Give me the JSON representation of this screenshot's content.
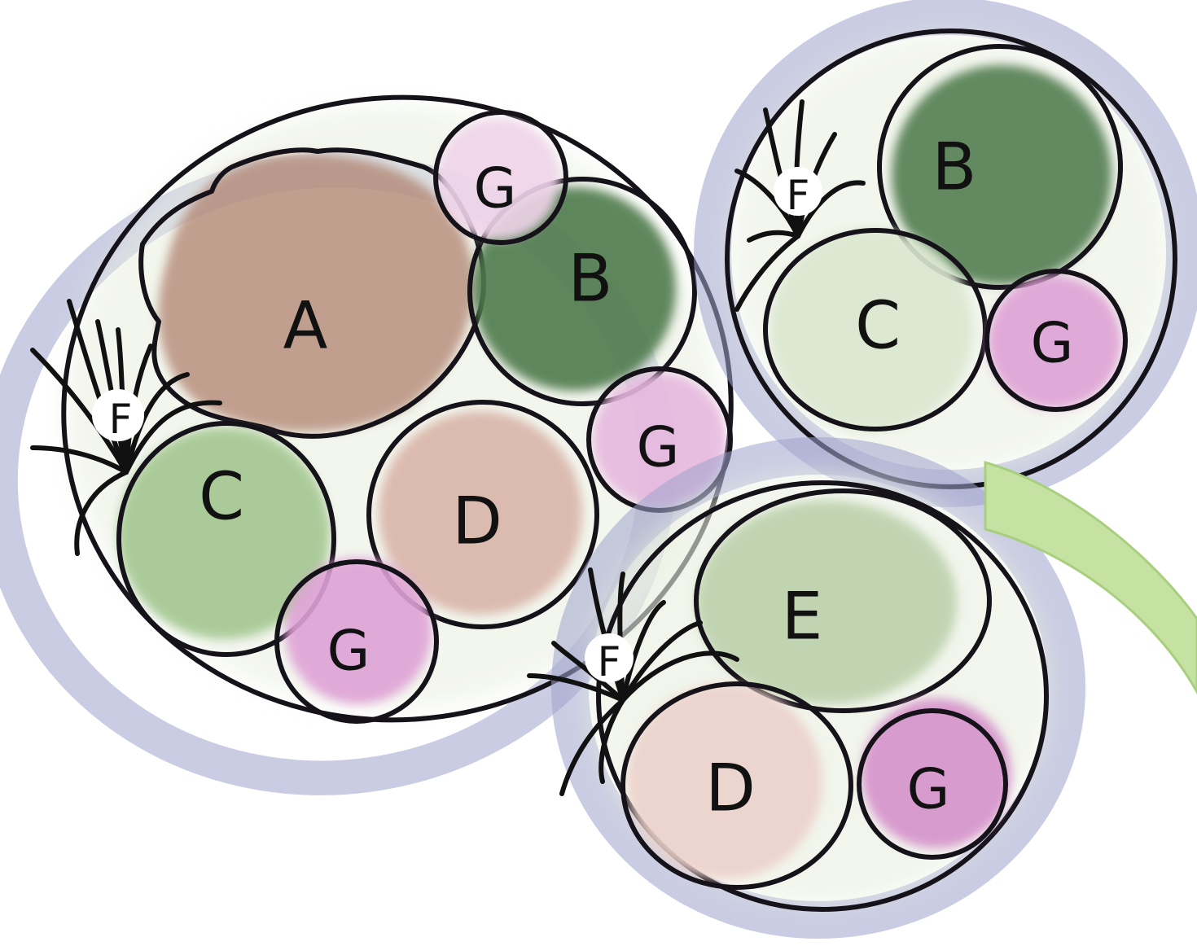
{
  "colors": {
    "A": "#b08270",
    "B": "#4f7a4d",
    "C": "#a7c995",
    "C_light": "#dbe7d0",
    "D": "#d8b1a6",
    "E": "#b9cfa8",
    "G": "#dfa2d6",
    "halo": "#9fa3cc",
    "arrow": "#c6e2a3",
    "fill_bg": "#e9efe0"
  },
  "groups": [
    {
      "id": "group-left",
      "plants": [
        {
          "label": "A",
          "color_key": "A"
        },
        {
          "label": "B",
          "color_key": "B"
        },
        {
          "label": "C",
          "color_key": "C"
        },
        {
          "label": "D",
          "color_key": "D"
        },
        {
          "label": "F",
          "color_key": "none"
        },
        {
          "label": "G",
          "color_key": "G"
        },
        {
          "label": "G",
          "color_key": "G"
        },
        {
          "label": "G",
          "color_key": "G"
        }
      ]
    },
    {
      "id": "group-top-right",
      "plants": [
        {
          "label": "B",
          "color_key": "B"
        },
        {
          "label": "C",
          "color_key": "C_light"
        },
        {
          "label": "F",
          "color_key": "none"
        },
        {
          "label": "G",
          "color_key": "G"
        }
      ]
    },
    {
      "id": "group-bottom",
      "plants": [
        {
          "label": "E",
          "color_key": "E"
        },
        {
          "label": "D",
          "color_key": "D"
        },
        {
          "label": "F",
          "color_key": "none"
        },
        {
          "label": "G",
          "color_key": "G"
        }
      ]
    }
  ],
  "arrow_icon": "curved-arrow-icon"
}
